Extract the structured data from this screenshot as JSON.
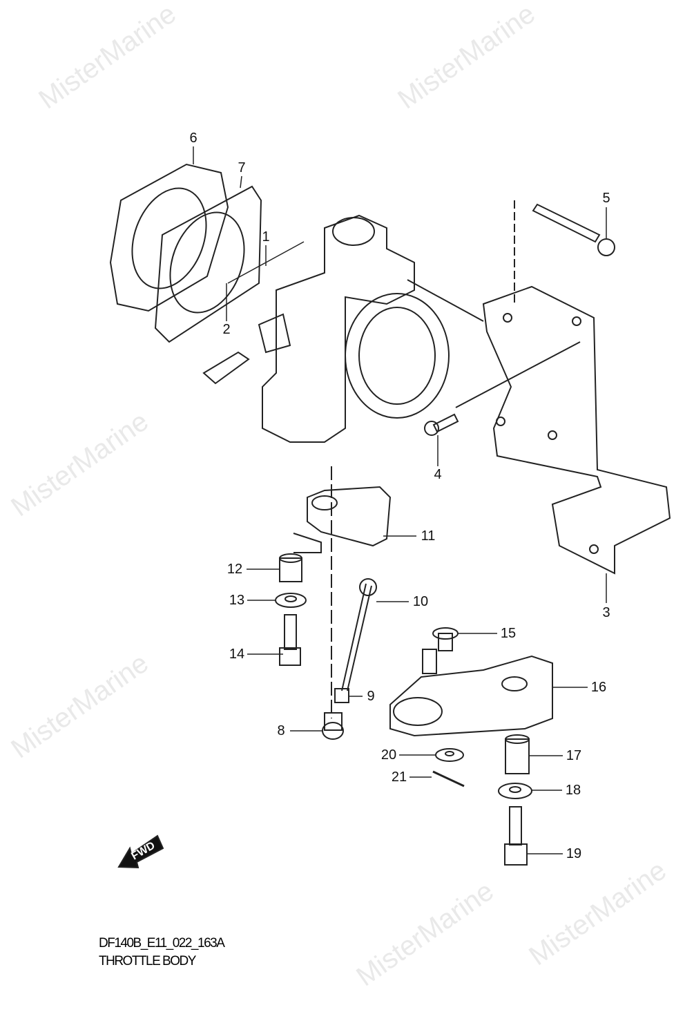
{
  "watermark": "MisterMarine",
  "diagram": {
    "code": "DF140B_E11_022_163A",
    "title": "THROTTLE BODY",
    "fwd_label": "FWD",
    "callouts": [
      "1",
      "2",
      "3",
      "4",
      "5",
      "6",
      "7",
      "8",
      "9",
      "10",
      "11",
      "12",
      "13",
      "14",
      "15",
      "16",
      "17",
      "18",
      "19",
      "20",
      "21"
    ]
  }
}
